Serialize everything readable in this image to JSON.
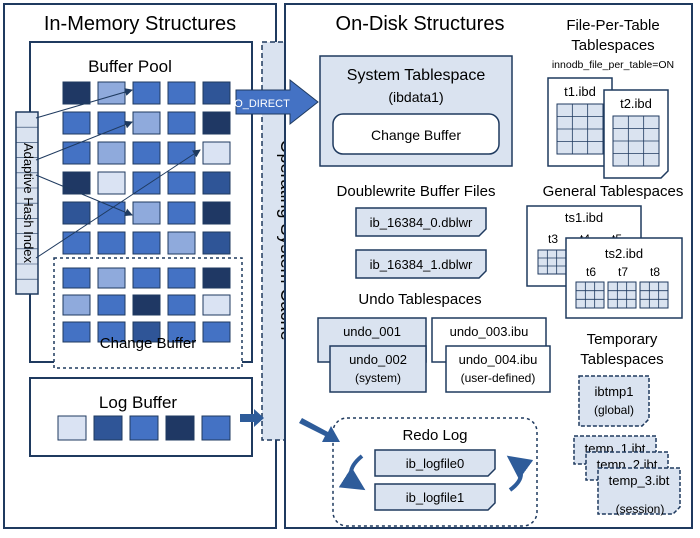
{
  "in_memory": {
    "title": "In-Memory Structures",
    "buffer_pool": "Buffer Pool",
    "adaptive_hash_index": "Adaptive Hash Index",
    "change_buffer": "Change Buffer",
    "log_buffer": "Log Buffer"
  },
  "os_cache": {
    "label": "Operating System Cache",
    "o_direct": "O_DIRECT"
  },
  "on_disk": {
    "title": "On-Disk Structures",
    "system_tablespace": {
      "title": "System Tablespace",
      "file": "(ibdata1)",
      "change_buffer": "Change Buffer"
    },
    "doublewrite": {
      "title": "Doublewrite Buffer Files",
      "files": [
        "ib_16384_0.dblwr",
        "ib_16384_1.dblwr"
      ]
    },
    "undo": {
      "title": "Undo Tablespaces",
      "tablespaces": [
        {
          "name": "undo_001",
          "type": "(system)"
        },
        {
          "name": "undo_002",
          "type": "(system)"
        },
        {
          "name": "undo_003.ibu",
          "type": "(user-defined)"
        },
        {
          "name": "undo_004.ibu",
          "type": "(user-defined)"
        }
      ]
    },
    "redo": {
      "title": "Redo Log",
      "files": [
        "ib_logfile0",
        "ib_logfile1"
      ]
    },
    "file_per_table": {
      "title_line1": "File-Per-Table",
      "title_line2": "Tablespaces",
      "setting": "innodb_file_per_table=ON",
      "files": [
        "t1.ibd",
        "t2.ibd"
      ]
    },
    "general": {
      "title": "General Tablespaces",
      "ts1": {
        "name": "ts1.ibd",
        "tables": [
          "t3",
          "t4",
          "t5"
        ]
      },
      "ts2": {
        "name": "ts2.ibd",
        "tables": [
          "t6",
          "t7",
          "t8"
        ]
      }
    },
    "temporary": {
      "title_line1": "Temporary",
      "title_line2": "Tablespaces",
      "global": {
        "name": "ibtmp1",
        "type": "(global)"
      },
      "session": [
        "temp_1.ibt",
        "temp_2.ibt",
        "temp_3.ibt"
      ],
      "session_type": "(session)"
    }
  },
  "colors": {
    "border": "#1f3a5f",
    "panel_fill": "#dae3f0",
    "dark_blue": "#1f3864",
    "mid_blue": "#2f5597",
    "blue": "#4472c4",
    "light_blue": "#8faadc",
    "pale_blue": "#dae3f3",
    "arrow": "#2e5c9a"
  },
  "buffer_pool_grid": [
    [
      4,
      1,
      2,
      2,
      3
    ],
    [
      2,
      2,
      1,
      2,
      4
    ],
    [
      2,
      1,
      2,
      2,
      0
    ],
    [
      4,
      0,
      2,
      2,
      3
    ],
    [
      3,
      2,
      1,
      2,
      4
    ],
    [
      2,
      2,
      2,
      1,
      3
    ]
  ],
  "change_buffer_grid": [
    [
      2,
      1,
      2,
      2,
      4
    ],
    [
      1,
      2,
      4,
      2,
      0
    ],
    [
      2,
      2,
      3,
      2,
      2
    ]
  ],
  "log_buffer_cells": [
    0,
    3,
    2,
    4,
    2
  ]
}
